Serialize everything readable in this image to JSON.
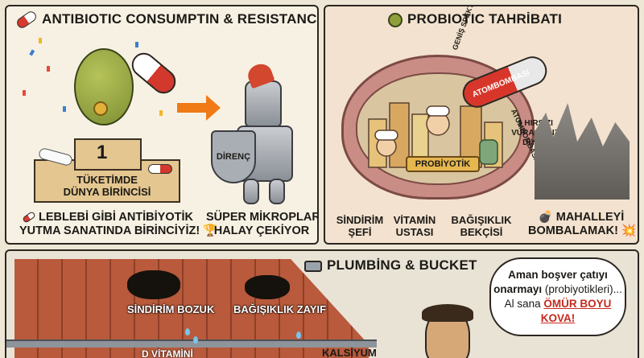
{
  "panels": {
    "antibiotic": {
      "title": "ANTIBIOTIC CONSUMPTIN & RESISTANCE",
      "podium_rank": "1",
      "podium_text": [
        "TÜKETİMDE",
        "DÜNYA BİRİNCİSİ"
      ],
      "shield_text": "DİRENÇ",
      "caption_left": [
        "LEBLEBİ GİBİ ANTİBİYOTİK",
        "YUTMA SANATINDA BİRİNCİYİZ! 🏆"
      ],
      "caption_right": [
        "SÜPER MİKROPLAR",
        "HALAY ÇEKİYOR"
      ]
    },
    "probiotic": {
      "title": "PROBIOTIC TAHRİBATI",
      "capsule_text": "ATOMBOMBASI",
      "capsule_side_top": "GENİŞ SPEKTRUMLU",
      "capsule_side_bottom": "ATOMBOMBASI",
      "speech": [
        "3 HIRSIZI",
        "VURACAĞIZ",
        "DİYE..."
      ],
      "banner": "PROBİYOTİK",
      "labels": [
        [
          "SİNDİRİM",
          "ŞEFİ"
        ],
        [
          "VİTAMİN",
          "USTASI"
        ],
        [
          "BAĞIŞIKLIK",
          "BEKÇİSİ"
        ]
      ],
      "caption_right": [
        "💣 MAHALLEYİ",
        "BOMBALAMAK! 💥"
      ]
    },
    "plumbing": {
      "title": "PLUMBİNG & BUCKET",
      "hole_labels": [
        "SİNDİRİM BOZUK",
        "BAĞIŞIKLIK ZAYIF"
      ],
      "partial_labels": [
        "D VİTAMİNİ",
        "KALSİYUM"
      ],
      "bubble": {
        "line1": "Aman boşver çatıyı",
        "line2": "onarmayı",
        "line2_paren": "(probiyotikleri)...",
        "line3_prefix": "Al sana",
        "line3_emph": "ÖMÜR BOYU KOVA!"
      }
    }
  },
  "colors": {
    "accent_orange": "#f07a16",
    "pill_red": "#d3382c",
    "germ_green": "#8fa03a",
    "emphasis_red": "#c62a1f"
  },
  "icons": [
    "pill-icon",
    "germ-icon",
    "faucet-icon",
    "trophy-icon",
    "bomb-icon"
  ]
}
